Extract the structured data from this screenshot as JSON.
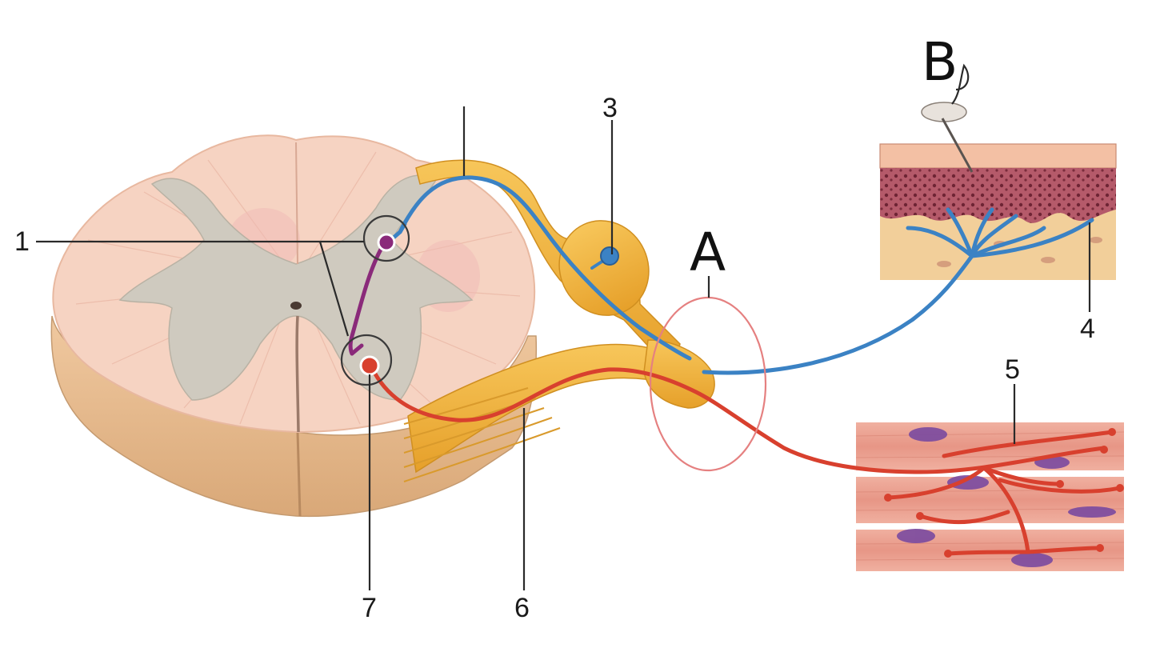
{
  "diagram": {
    "labels": {
      "one": "1",
      "three": "3",
      "four": "4",
      "five": "5",
      "six": "6",
      "seven": "7",
      "a": "A",
      "b": "B"
    },
    "colors": {
      "sensory_neuron": "#3b82c4",
      "motor_neuron": "#d8402e",
      "interneuron": "#8a2a7a",
      "nerve": "#f2b53a",
      "gray_matter": "#cfcabf",
      "white_matter": "#f5d2c0",
      "annotation_circle": "#e58080"
    }
  }
}
